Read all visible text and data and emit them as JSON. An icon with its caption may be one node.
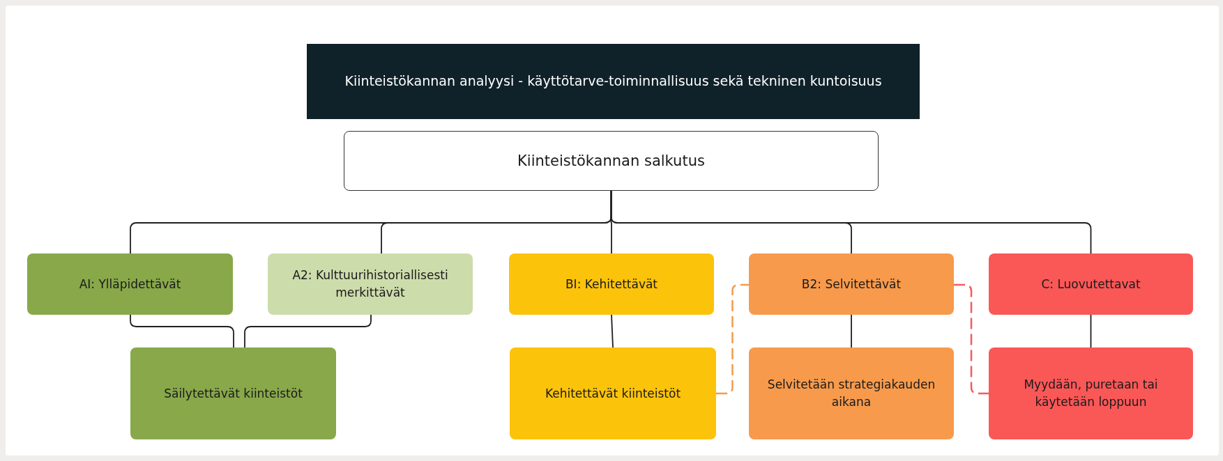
{
  "diagram": {
    "nodes": [
      {
        "text": [
          "Kiinteistökannan analyysi - käyttötarve-toiminnallisuus sekä tekninen kuntoisuus"
        ]
      },
      {
        "text": [
          "Kiinteistökannan salkutus"
        ]
      },
      {
        "text": [
          "AI: Ylläpidettävät"
        ]
      },
      {
        "text": [
          "A2: Kulttuurihistoriallisesti merkittävät"
        ]
      },
      {
        "text": [
          "BI: Kehitettävät"
        ]
      },
      {
        "text": [
          "B2: Selvitettävät"
        ]
      },
      {
        "text": [
          "C: Luovutettavat"
        ]
      },
      {
        "text": [
          "Säilytettävät kiinteistöt"
        ]
      },
      {
        "text": [
          "Kehitettävät kiinteistöt"
        ]
      },
      {
        "text": [
          "Selvitetään strategiakauden aikana"
        ]
      },
      {
        "text": [
          "Myydään, puretaan tai käytetään loppuun"
        ]
      }
    ],
    "edges": [
      {
        "from": 1,
        "to": 2,
        "arrow": "none"
      },
      {
        "from": 1,
        "to": 3,
        "arrow": "none"
      },
      {
        "from": 1,
        "to": 4,
        "arrow": "none"
      },
      {
        "from": 1,
        "to": 5,
        "arrow": "none"
      },
      {
        "from": 1,
        "to": 6,
        "arrow": "none"
      },
      {
        "from": 2,
        "to": 7,
        "arrow": "none"
      },
      {
        "from": 3,
        "to": 7,
        "arrow": "none"
      },
      {
        "from": 4,
        "to": 8,
        "arrow": "none"
      },
      {
        "from": 5,
        "to": 9,
        "arrow": "none"
      },
      {
        "from": 6,
        "to": 10,
        "arrow": "none"
      },
      {
        "from": 8,
        "to": 5,
        "arrow": "none",
        "style": "dashed",
        "color": "#f59a4a"
      },
      {
        "from": 5,
        "to": 10,
        "arrow": "none",
        "style": "dashed",
        "color": "#f55a5a"
      }
    ]
  }
}
